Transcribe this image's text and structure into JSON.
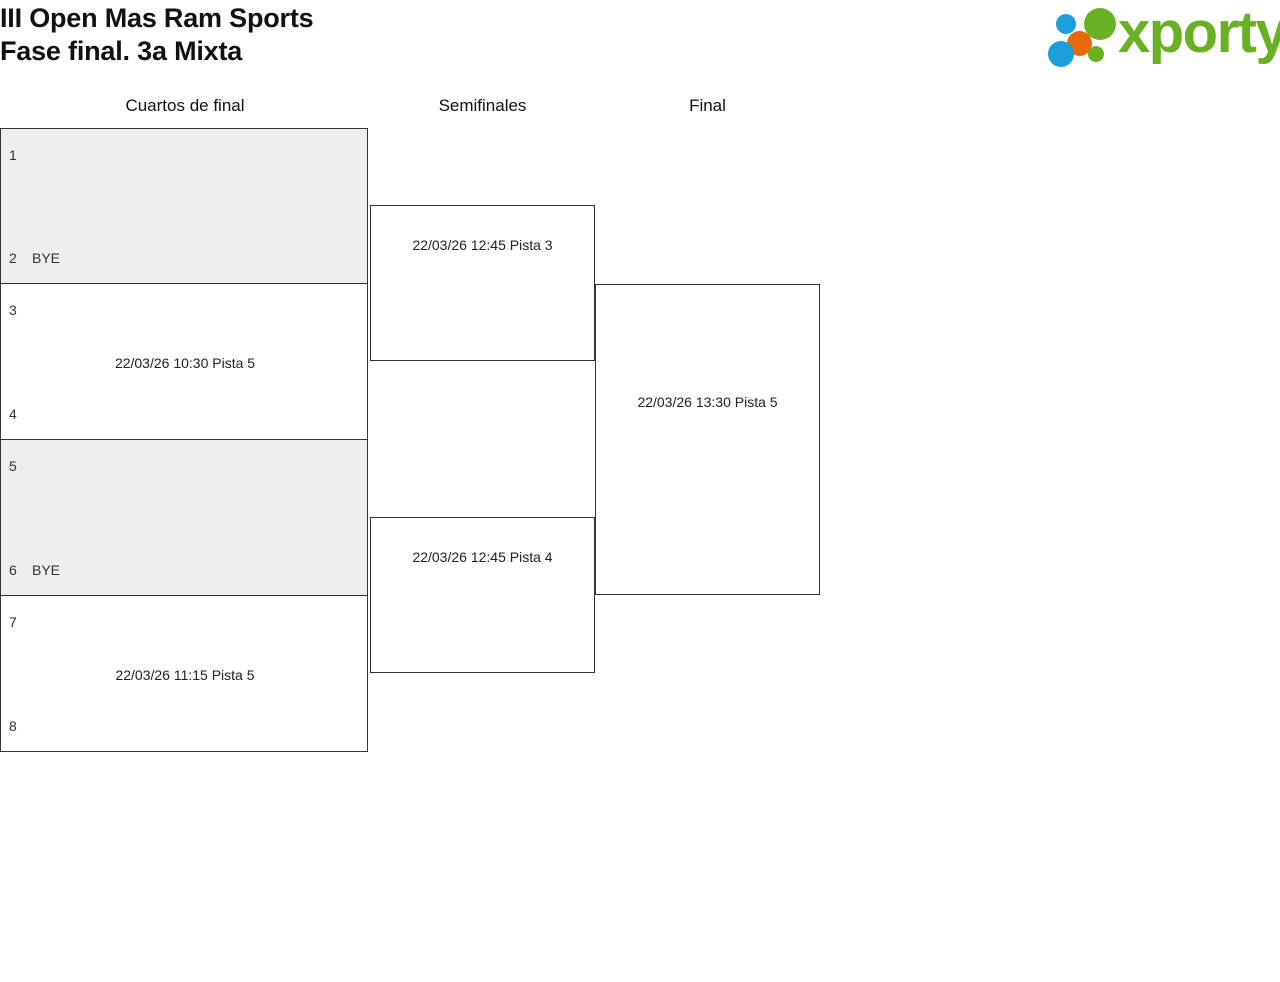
{
  "header": {
    "title_line1": "III Open Mas Ram Sports",
    "title_line2": "Fase final. 3a Mixta",
    "logo_text": "xporty"
  },
  "columns": {
    "quarterfinals": "Cuartos de final",
    "semifinals": "Semifinales",
    "final": "Final"
  },
  "bracket": {
    "quarterfinals": [
      {
        "top_seed": "1",
        "top_name": "",
        "bottom_seed": "2",
        "bottom_name": "BYE",
        "match": "",
        "shaded": true
      },
      {
        "top_seed": "3",
        "top_name": "",
        "bottom_seed": "4",
        "bottom_name": "",
        "match": "22/03/26 10:30 Pista 5",
        "shaded": false
      },
      {
        "top_seed": "5",
        "top_name": "",
        "bottom_seed": "6",
        "bottom_name": "BYE",
        "match": "",
        "shaded": true
      },
      {
        "top_seed": "7",
        "top_name": "",
        "bottom_seed": "8",
        "bottom_name": "",
        "match": "22/03/26 11:15 Pista 5",
        "shaded": false
      }
    ],
    "semifinals": [
      {
        "match": "22/03/26 12:45 Pista 3"
      },
      {
        "match": "22/03/26 12:45 Pista 4"
      }
    ],
    "final": {
      "match": "22/03/26 13:30 Pista 5"
    }
  },
  "colors": {
    "logo_green": "#6ab023",
    "logo_blue": "#1b9fd8",
    "logo_orange": "#e8690b",
    "cell_shaded": "#eeeeee",
    "line": "#333333"
  }
}
